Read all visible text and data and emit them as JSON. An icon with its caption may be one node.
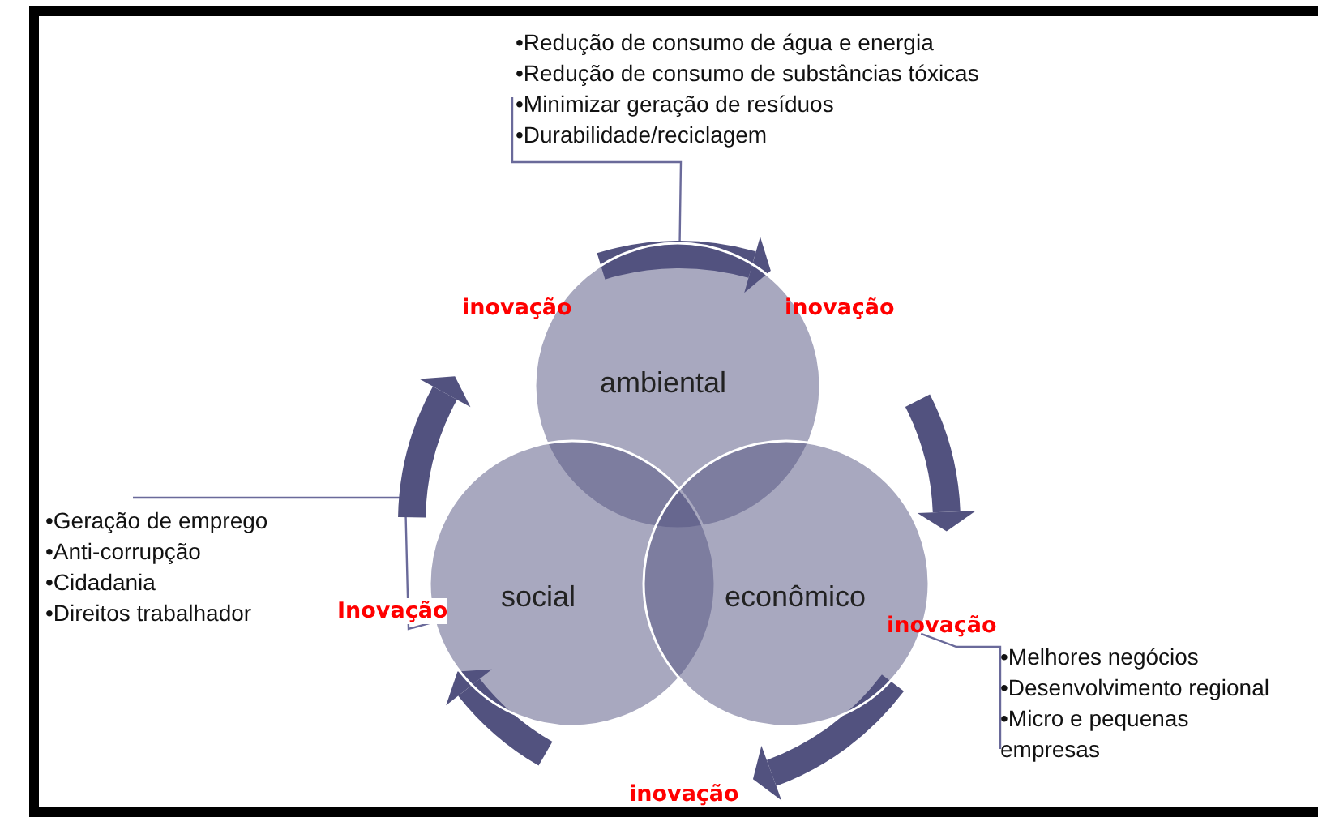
{
  "diagram": {
    "nodes": [
      {
        "text": [
          "•Redução de consumo de água e energia",
          "•Redução de consumo de substâncias tóxicas",
          "•Minimizar geração de resíduos",
          "•Durabilidade/reciclagem"
        ]
      },
      {
        "text": [
          "ambiental"
        ]
      },
      {
        "text": [
          "•Geração de emprego",
          "•Anti-corrupção",
          "•Cidadania",
          "•Direitos trabalhador"
        ]
      },
      {
        "text": [
          "social"
        ]
      },
      {
        "text": [
          "econômico"
        ]
      },
      {
        "text": [
          "•Melhores negócios",
          "•Desenvolvimento regional",
          "•Micro e pequenas empresas"
        ]
      }
    ],
    "edges": [
      {
        "from": 0,
        "to": 1,
        "arrow": "none"
      },
      {
        "from": 2,
        "to": 3,
        "arrow": "none"
      },
      {
        "from": 5,
        "to": 4,
        "arrow": "none"
      }
    ],
    "labels": [
      "inovação",
      "inovação",
      "Inovação",
      "inovação",
      "inovação"
    ]
  }
}
